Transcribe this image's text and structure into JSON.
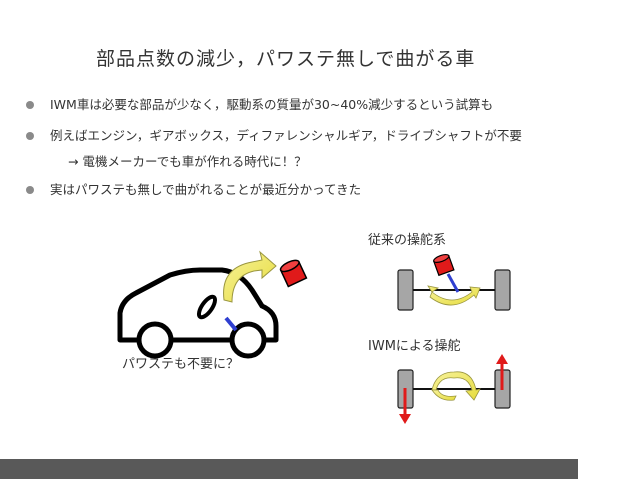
{
  "slide": {
    "title": "部品点数の減少，パワステ無しで曲がる車",
    "bullets": [
      "IWM車は必要な部品が少なく，駆動系の質量が30~40%減少するという試算も",
      "例えばエンジン，ギアボックス，ディファレンシャルギア，ドライブシャフトが不要",
      "実はパワステも無しで曲がれることが最近分かってきた"
    ],
    "subline": "→ 電機メーカーでも車が作れる時代に！？",
    "car_caption": "パワステも不要に？",
    "conventional_label": "従来の操舵系",
    "iwm_label": "IWMによる操舵"
  },
  "colors": {
    "bullet_dot": "#8a8a8a",
    "footer_bar": "#595959",
    "actuator_red": "#e01a1a",
    "arrow_yellow": "#f3ec6a",
    "steering_blue": "#2f3fd0",
    "tire_gray": "#a6a6a6"
  }
}
